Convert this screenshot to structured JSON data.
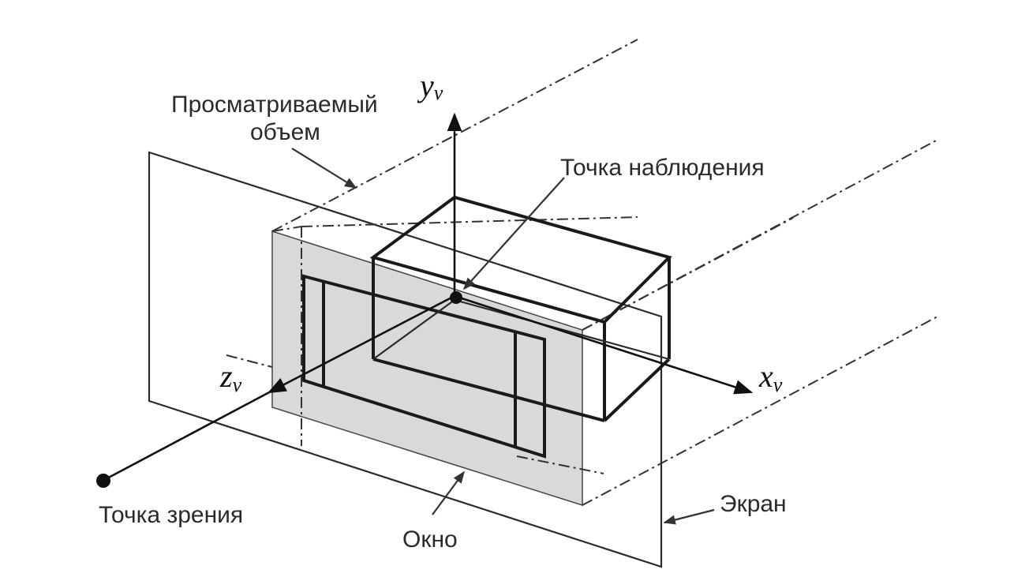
{
  "labels": {
    "viewing_volume_line1": "Просматриваемый",
    "viewing_volume_line2": "объем",
    "observation_point": "Точка наблюдения",
    "view_point": "Точка зрения",
    "window": "Окно",
    "screen": "Экран"
  },
  "axes": {
    "x": {
      "letter": "x",
      "sub": "v"
    },
    "y": {
      "letter": "y",
      "sub": "v"
    },
    "z": {
      "letter": "z",
      "sub": "v"
    }
  },
  "colors": {
    "window_fill": "#d9d9d9",
    "ink": "#1a1a1a"
  }
}
